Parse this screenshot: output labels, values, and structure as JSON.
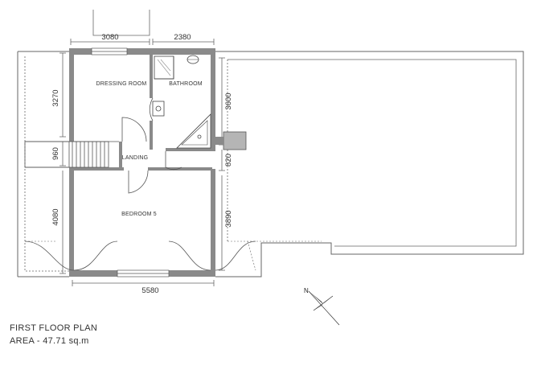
{
  "plan": {
    "title": "FIRST FLOOR PLAN",
    "area": "AREA - 47.71 sq.m",
    "north_label": "N"
  },
  "rooms": {
    "dressing": "DRESSING ROOM",
    "bathroom": "BATHROOM",
    "landing": "LANDING",
    "bedroom": "BEDROOM 5"
  },
  "dimensions": {
    "top_left": "3080",
    "top_right": "2380",
    "left_upper": "3270",
    "left_stair": "960",
    "left_lower": "4080",
    "right_bath": "3600",
    "right_mid": "820",
    "right_bedroom": "3890",
    "bottom": "5580"
  },
  "colors": {
    "wall": "#8a8a8a",
    "line": "#555555",
    "chimney": "#b5b5b5"
  }
}
